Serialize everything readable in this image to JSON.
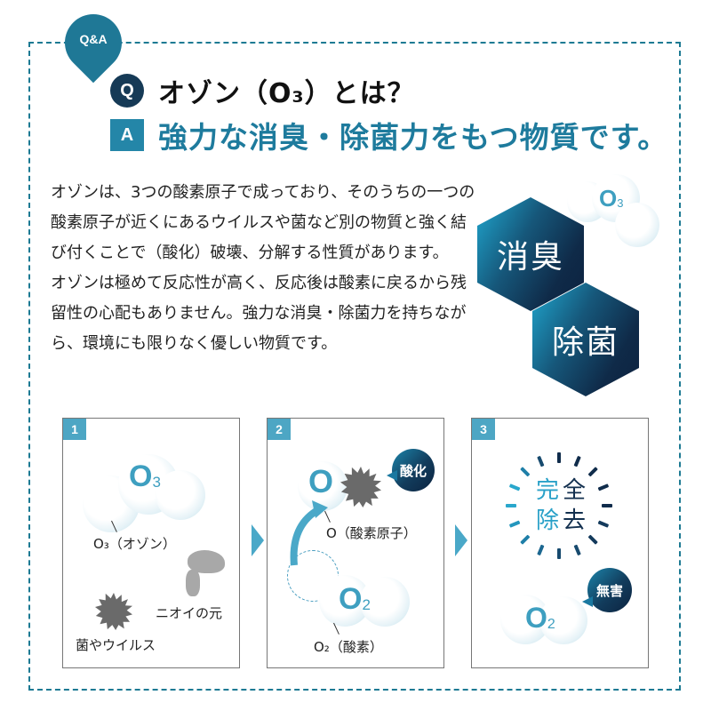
{
  "badge": {
    "label": "Q&A"
  },
  "question": {
    "marker": "Q",
    "text": "オゾン（O₃）とは？"
  },
  "answer": {
    "marker": "A",
    "text": "強力な消臭・除菌力をもつ物質です。"
  },
  "body": {
    "paragraphs": [
      "オゾンは、3つの酸素原子で成っており、そのうちの一つの酸素原子が近くにあるウイルスや菌など別の物質と強く結び付くことで（酸化）破壊、分解する性質があります。",
      "オゾンは極めて反応性が高く、反応後は酸素に戻るから残留性の心配もありません。強力な消臭・除菌力を持ちながら、環境にも限りなく優しい物質です。"
    ]
  },
  "features": [
    {
      "label": "消臭"
    },
    {
      "label": "除菌"
    }
  ],
  "hero_molecule": {
    "symbol": "O",
    "subscript": "3"
  },
  "steps": [
    {
      "number": "1",
      "molecule": {
        "symbol": "O",
        "subscript": "3"
      },
      "labels": {
        "ozone": "O₃（オゾン）",
        "odor": "ニオイの元",
        "germs": "菌やウイルス"
      }
    },
    {
      "number": "2",
      "atom": {
        "symbol": "O"
      },
      "molecule": {
        "symbol": "O",
        "subscript": "2"
      },
      "callout": "酸化",
      "labels": {
        "atom": "O（酸素原子）",
        "oxygen": "O₂（酸素）"
      }
    },
    {
      "number": "3",
      "center_text": {
        "line1_a": "完",
        "line1_b": "全",
        "line2_a": "除",
        "line2_b": "去"
      },
      "molecule": {
        "symbol": "O",
        "subscript": "2"
      },
      "callout": "無害"
    }
  ],
  "colors": {
    "accent": "#1e7b9d",
    "dark_navy": "#163a56",
    "step_number": "#4da6c4",
    "dashed_border": "#1d7a93"
  }
}
